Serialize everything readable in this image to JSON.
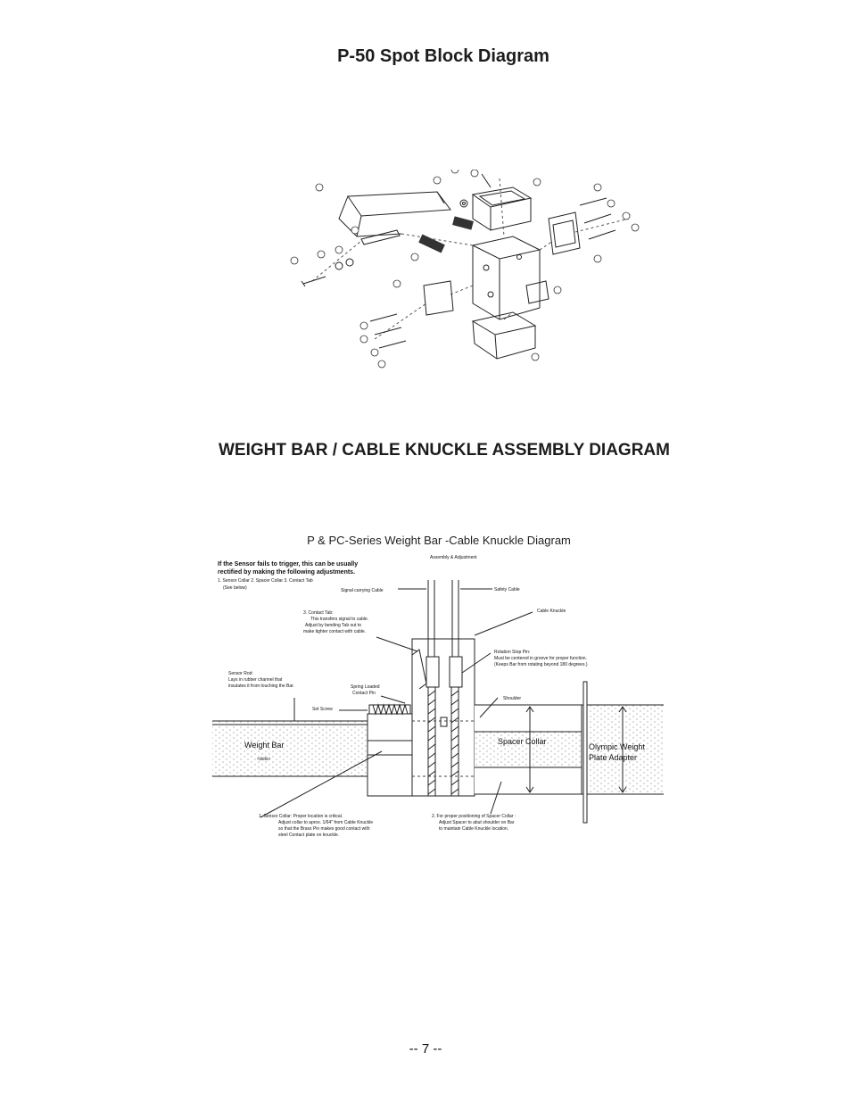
{
  "page": {
    "title": "P-50 Spot Block Diagram",
    "section_title": "WEIGHT BAR / CABLE KNUCKLE ASSEMBLY DIAGRAM",
    "page_number": "-- 7 --"
  },
  "knuckle_diagram": {
    "title": "P & PC-Series Weight Bar -Cable Knuckle Diagram",
    "subtitle": "Assembly & Adjustment",
    "intro_line1": "If the Sensor fails to trigger, this can be usually",
    "intro_line2": "rectified by making the following adjustments.",
    "steps_line": "1. Sensor Collar      2. Spacer Collar      3. Contact Tab",
    "steps_note": "(See below)",
    "signal_cable": "Signal carrying Cable",
    "safety_cable": "Safety Cable",
    "cable_knuckle": "Cable Knuckle",
    "contact_tab_title": "3. Contact Tab:",
    "contact_tab_line1": "This transfers signal to cable.",
    "contact_tab_line2": "Adjust by bending Tab out to",
    "contact_tab_line3": "make tighter contact with cable.",
    "rotation_pin_title": "Rotation Stop Pin:",
    "rotation_pin_line1": "Must be centered in groove for proper function.",
    "rotation_pin_line2": "(Keeps Bar from rotating beyond 180 degrees.)",
    "sensor_rod_title": "Sensor Rod:",
    "sensor_rod_line1": "Lays in rubber channel that",
    "sensor_rod_line2": "insulates it from touching the Bar.",
    "spring_pin_line1": "Spring Loaded",
    "spring_pin_line2": "Contact Pin",
    "set_screw": "Set Screw",
    "shoulder": "Shoulder",
    "weight_bar": "Weight Bar",
    "weight_bar_note": "<dots>",
    "spacer_collar": "Spacer Collar",
    "olympic_line1": "Olympic Weight",
    "olympic_line2": "Plate Adapter",
    "note1_line1": "1. Sensor Collar: Proper location is critical.",
    "note1_line2": "Adjust collar to aprox. 1/64\" from Cable Knuckle",
    "note1_line3": "so that the Brass Pin makes good contact with",
    "note1_line4": "steel Contact plate on knuckle.",
    "note2_line1": "2. For proper positioning of Spacer Collar :",
    "note2_line2": "Adjust Spacer to abut shoulder on Bar",
    "note2_line3": "to maintain Cable Knuckle location."
  }
}
